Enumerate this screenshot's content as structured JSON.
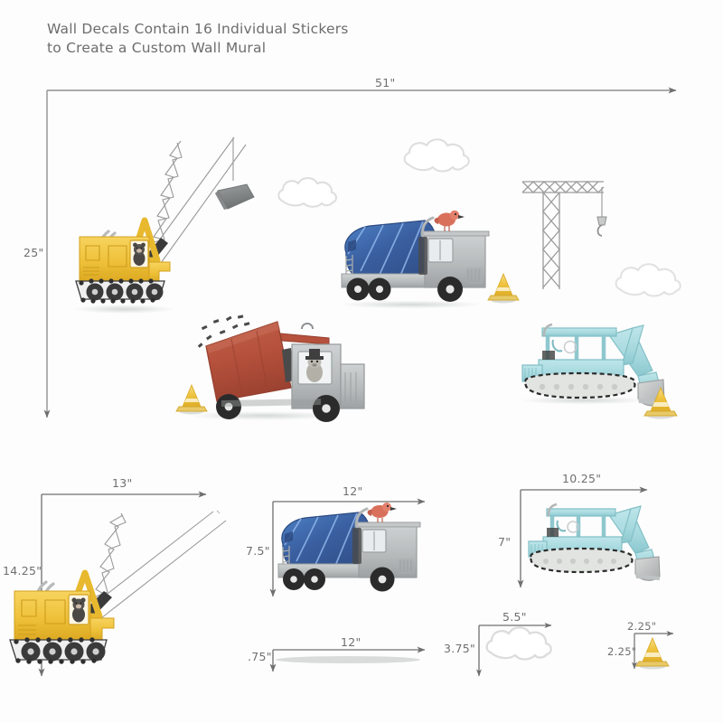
{
  "title": {
    "line1": "Wall Decals Contain 16 Individual Stickers",
    "line2": "to Create a Custom Wall Mural",
    "full": "Wall Decals Contain 16 Individual Stickers\nto Create a Custom Wall Mural"
  },
  "colors": {
    "text": "#6d6d6d",
    "arrow": "#6f6f6f",
    "crane_yellow": "#f0c23c",
    "crane_yellow_dark": "#d9a521",
    "mixer_blue": "#3a5fa0",
    "mixer_blue_light": "#4c79c0",
    "cab_gray": "#b9bcbd",
    "cab_gray_dark": "#9a9ea0",
    "dump_red": "#b5513c",
    "dump_red_dark": "#9a4030",
    "excavator_teal": "#a9dbe0",
    "excavator_teal_dark": "#86c4cb",
    "cone_orange": "#f0c23c",
    "cloud_outline": "#dcdcdc",
    "bird_red": "#d9705c",
    "tire_black": "#2b2b2b",
    "shadow_gray": "#d6d8d8",
    "lattice_gray": "#8d8d8d"
  },
  "mural_dimensions": {
    "width_label": "51\"",
    "height_label": "25\""
  },
  "sticker_dimensions": [
    {
      "name": "crane",
      "width_label": "13\"",
      "height_label": "14.25\""
    },
    {
      "name": "cement-mixer",
      "width_label": "12\"",
      "height_label": "7.5\""
    },
    {
      "name": "excavator",
      "width_label": "10.25\"",
      "height_label": "7\""
    },
    {
      "name": "ground-shadow",
      "width_label": "12\"",
      "height_label": ".75\""
    },
    {
      "name": "cloud",
      "width_label": "5.5\"",
      "height_label": "3.75\""
    },
    {
      "name": "traffic-cone",
      "width_label": "2.25\"",
      "height_label": "2.25\""
    }
  ],
  "scene_items": [
    {
      "name": "crane",
      "label": "Yellow crawler crane with bear driver"
    },
    {
      "name": "cement-mixer",
      "label": "Blue drum cement mixer truck with bird"
    },
    {
      "name": "dump-truck",
      "label": "Red dump truck with animal driver"
    },
    {
      "name": "excavator",
      "label": "Teal tracked excavator"
    },
    {
      "name": "tower-crane",
      "label": "Gray lattice tower crane with hook"
    },
    {
      "name": "cloud",
      "label": "Outlined cloud"
    },
    {
      "name": "traffic-cone",
      "label": "Yellow orange traffic cone"
    }
  ]
}
